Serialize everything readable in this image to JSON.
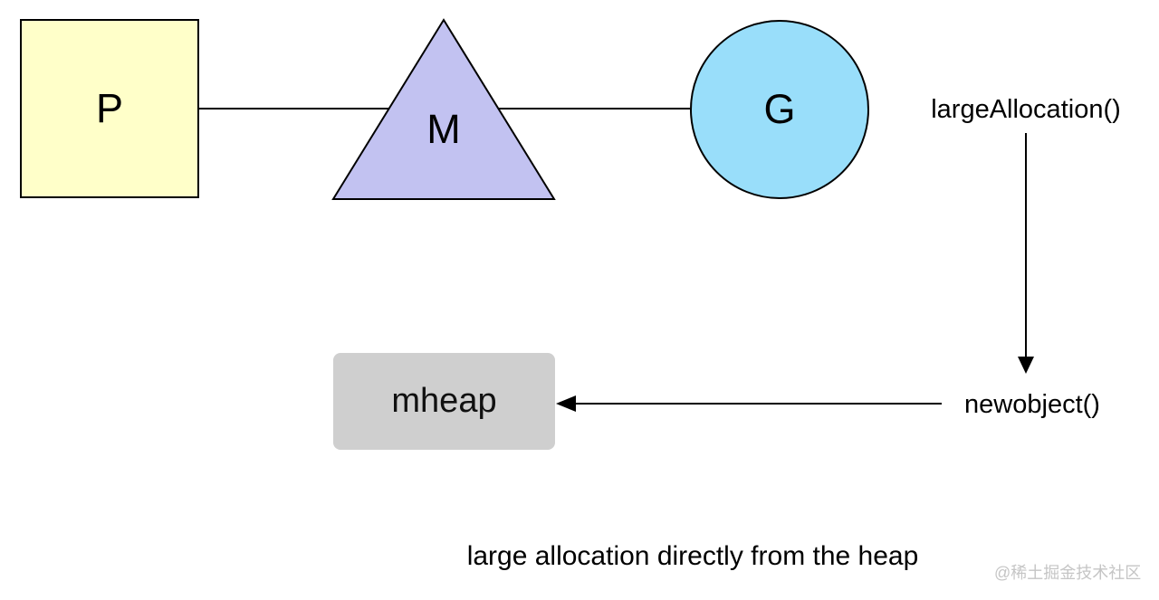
{
  "diagram": {
    "nodes": {
      "p": {
        "label": "P",
        "shape": "square",
        "fill": "#FFFFC9"
      },
      "m": {
        "label": "M",
        "shape": "triangle",
        "fill": "#C2C2F1"
      },
      "g": {
        "label": "G",
        "shape": "circle",
        "fill": "#99DEFA"
      },
      "mheap": {
        "label": "mheap",
        "shape": "rounded-rect",
        "fill": "#CFCFCF"
      }
    },
    "annotations": {
      "large_allocation": "largeAllocation()",
      "newobject": "newobject()"
    },
    "caption": "large allocation directly from the heap",
    "watermark": "@稀土掘金技术社区",
    "line_color": "#000000"
  }
}
